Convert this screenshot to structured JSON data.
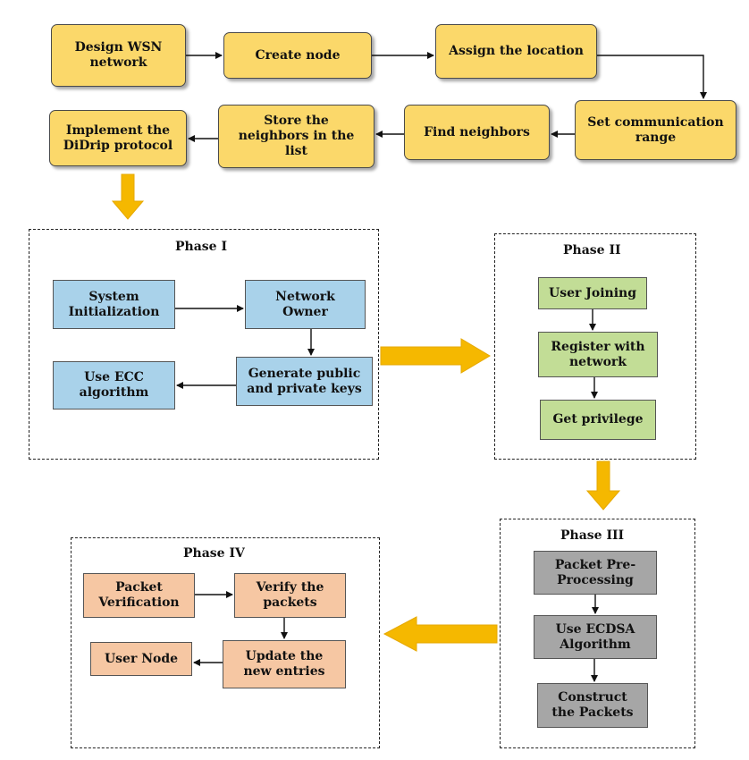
{
  "colors": {
    "flow_box": "#fbd86a",
    "phase1_box": "#a9d2ea",
    "phase2_box": "#c2dd96",
    "phase3_box": "#a6a6a6",
    "phase4_box": "#f6c7a3",
    "big_arrow": "#f5b800"
  },
  "flow": {
    "design_wsn": "Design WSN\nnetwork",
    "create_node": "Create node",
    "assign_location": "Assign the location",
    "set_range": "Set communication\nrange",
    "find_neighbors": "Find neighbors",
    "store_neighbors": "Store the\nneighbors in the\nlist",
    "implement_didrip": "Implement the\nDiDrip protocol"
  },
  "phase1": {
    "title": "Phase I",
    "system_init": "System\nInitialization",
    "network_owner": "Network\nOwner",
    "generate_keys": "Generate public\nand private keys",
    "use_ecc": "Use ECC\nalgorithm"
  },
  "phase2": {
    "title": "Phase II",
    "user_joining": "User Joining",
    "register": "Register with\nnetwork",
    "get_privilege": "Get privilege"
  },
  "phase3": {
    "title": "Phase III",
    "preprocessing": "Packet Pre-\nProcessing",
    "use_ecdsa": "Use ECDSA\nAlgorithm",
    "construct": "Construct\nthe Packets"
  },
  "phase4": {
    "title": "Phase IV",
    "packet_verification": "Packet\nVerification",
    "verify_packets": "Verify the\npackets",
    "update_entries": "Update the\nnew entries",
    "user_node": "User Node"
  }
}
